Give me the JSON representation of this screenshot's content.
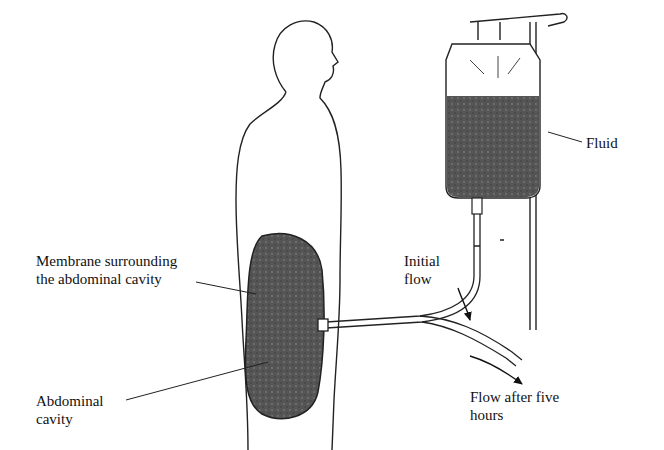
{
  "diagram": {
    "labels": [
      "Fluid",
      "Initial flow",
      "Flow after five hours",
      "Membrane surrounding the abdominal cavity",
      "Abdominal cavity"
    ]
  }
}
